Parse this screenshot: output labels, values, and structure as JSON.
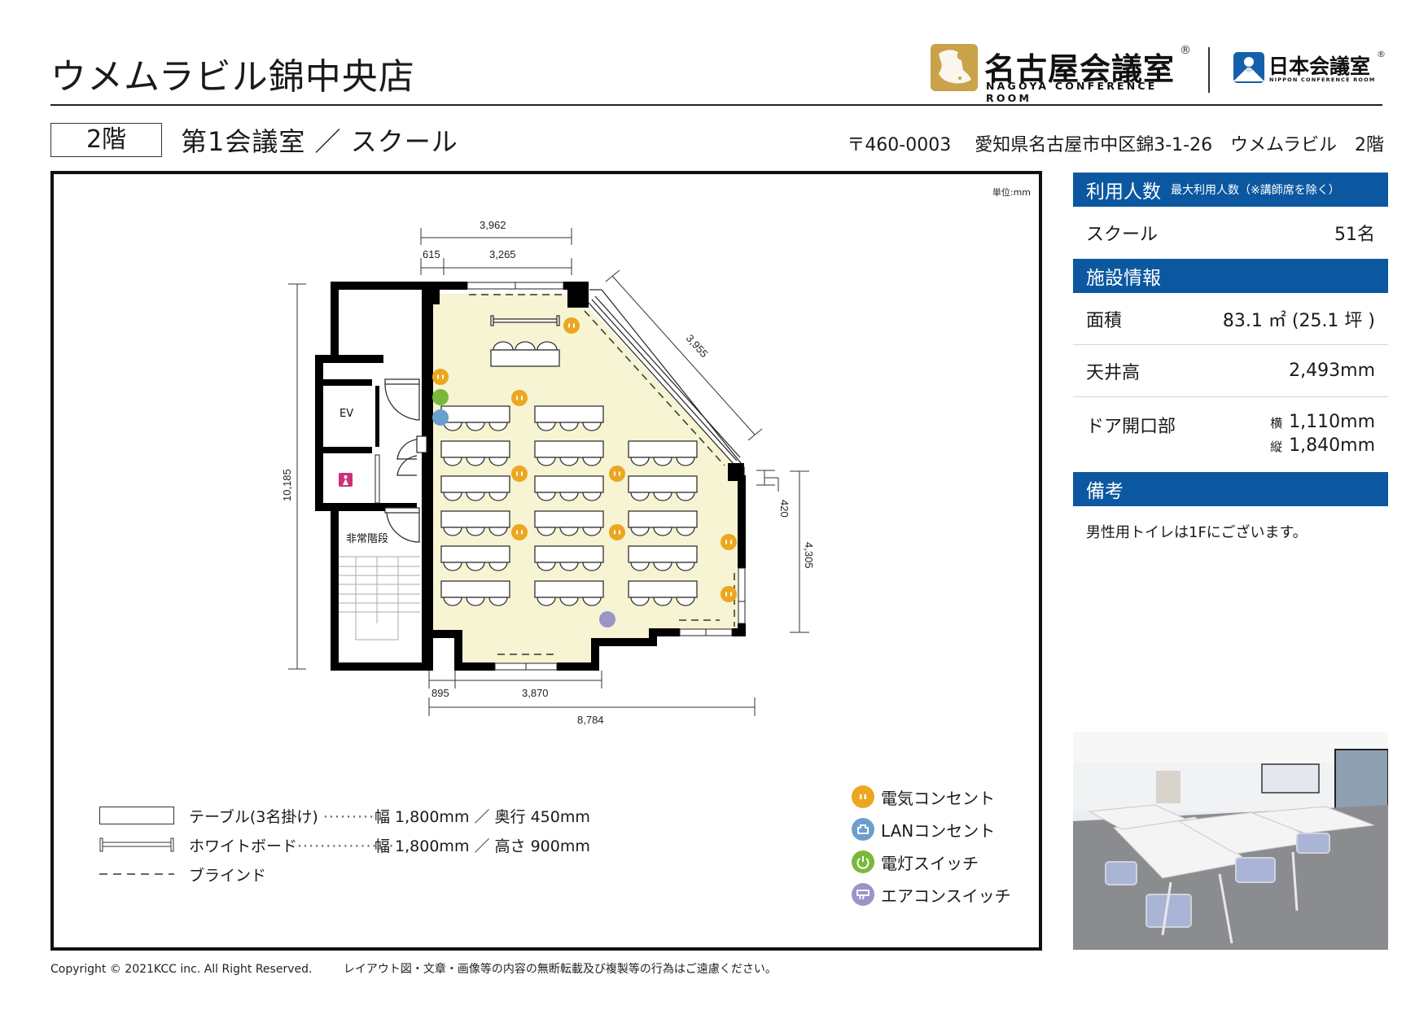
{
  "header": {
    "title": "ウメムラビル錦中央店",
    "logo_nagoya": {
      "jp": "名古屋会議室",
      "reg": "®",
      "en": "NAGOYA CONFERENCE ROOM",
      "color": "#c9a24a"
    },
    "logo_nippon": {
      "jp": "日本会議室",
      "reg": "®",
      "en": "NIPPON CONFERENCE ROOM",
      "color": "#1560aa"
    }
  },
  "subheader": {
    "floor": "2階",
    "room": "第1会議室 ／ スクール",
    "address": "〒460-0003　 愛知県名古屋市中区錦3-1-26　ウメムラビル　2階"
  },
  "floor_plan": {
    "unit": "単位:mm",
    "room_fill": "#f6f4d2",
    "labels": {
      "ev": "EV",
      "stairs": "非常階段"
    },
    "dimensions": {
      "top_total": "3,962",
      "top_left": "615",
      "top_right": "3,265",
      "diagonal": "3,955",
      "left_height": "10,185",
      "right_small": "420",
      "right_height": "4,305",
      "bottom_left": "895",
      "bottom_mid": "3,870",
      "bottom_total": "8,784"
    },
    "layout": {
      "type": "school",
      "table_rows": 6,
      "columns": 3,
      "seats_per_table": 3
    }
  },
  "legend_left": [
    {
      "label": "テーブル(3名掛け)",
      "dots": "·········",
      "spec": "幅 1,800mm ／ 奥行 450mm"
    },
    {
      "label": "ホワイトボード",
      "dots": "·················",
      "spec": "幅 1,800mm ／ 高さ 900mm"
    },
    {
      "label": "ブラインド",
      "dots": "",
      "spec": ""
    }
  ],
  "legend_right": [
    {
      "icon": "power-outlet-icon",
      "label": "電気コンセント",
      "color": "#eda61f"
    },
    {
      "icon": "lan-outlet-icon",
      "label": "LANコンセント",
      "color": "#6a9fcf"
    },
    {
      "icon": "light-switch-icon",
      "label": "電灯スイッチ",
      "color": "#7bb83a"
    },
    {
      "icon": "aircon-switch-icon",
      "label": "エアコンスイッチ",
      "color": "#9c93c6"
    }
  ],
  "sidebar": {
    "accent": "#0b58a0",
    "capacity": {
      "title": "利用人数",
      "subtitle": "最大利用人数（※講師席を除く）",
      "rows": [
        {
          "label": "スクール",
          "value": "51名"
        }
      ]
    },
    "facility": {
      "title": "施設情報",
      "area_label": "面積",
      "area_value": "83.1 ㎡ (25.1 坪 )",
      "ceiling_label": "天井高",
      "ceiling_value": "2,493mm",
      "door_label": "ドア開口部",
      "door_w_key": "横",
      "door_w": "1,110mm",
      "door_h_key": "縦",
      "door_h": "1,840mm"
    },
    "notes": {
      "title": "備考",
      "text": "男性用トイレは1Fにございます。"
    }
  },
  "footer": {
    "copyright": "Copyright © 2021KCC inc. All Right Reserved.",
    "notice": "レイアウト図・文章・画像等の内容の無断転載及び複製等の行為はご遠慮ください。"
  }
}
